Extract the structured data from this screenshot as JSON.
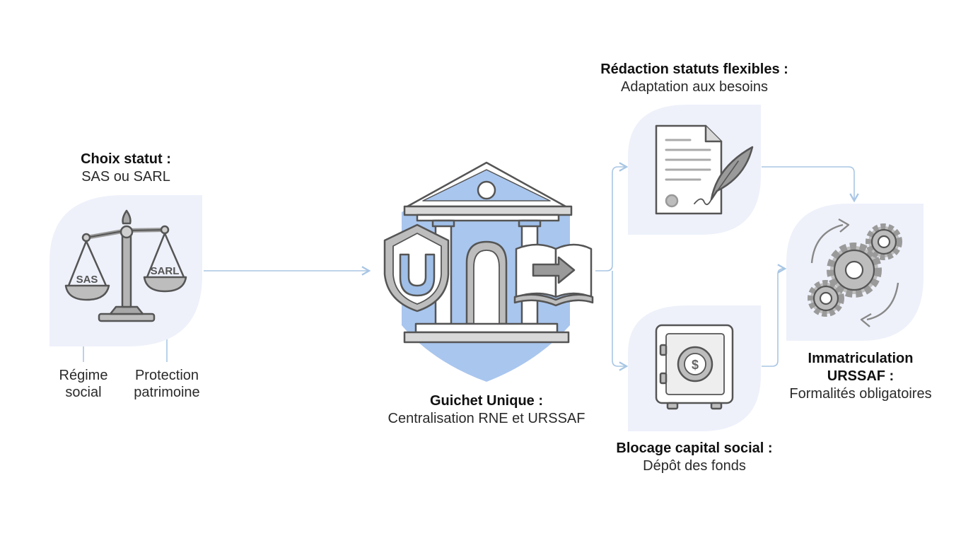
{
  "steps": {
    "choix": {
      "title": "Choix statut :",
      "subtitle": "SAS ou SARL",
      "pan_left": "SAS",
      "pan_right": "SARL",
      "note_left_1": "Régime",
      "note_left_2": "social",
      "note_right_1": "Protection",
      "note_right_2": "patrimoine"
    },
    "guichet": {
      "title": "Guichet Unique :",
      "subtitle": "Centralisation RNE et URSSAF"
    },
    "redaction": {
      "title": "Rédaction statuts flexibles :",
      "subtitle": "Adaptation aux besoins"
    },
    "blocage": {
      "title": "Blocage capital social :",
      "subtitle": "Dépôt des fonds"
    },
    "immat": {
      "title_1": "Immatriculation",
      "title_2": "URSSAF :",
      "subtitle": "Formalités obligatoires"
    }
  },
  "colors": {
    "panel": "#eef1fa",
    "accent": "#a9c6ee",
    "connector": "#a8c6e4",
    "stroke": "#555555",
    "gray": "#9a9a9a"
  },
  "icons": {
    "choix": "balance-scale-icon",
    "guichet": "government-building-icon",
    "redaction": "document-quill-icon",
    "blocage": "safe-icon",
    "immat": "gears-icon"
  }
}
